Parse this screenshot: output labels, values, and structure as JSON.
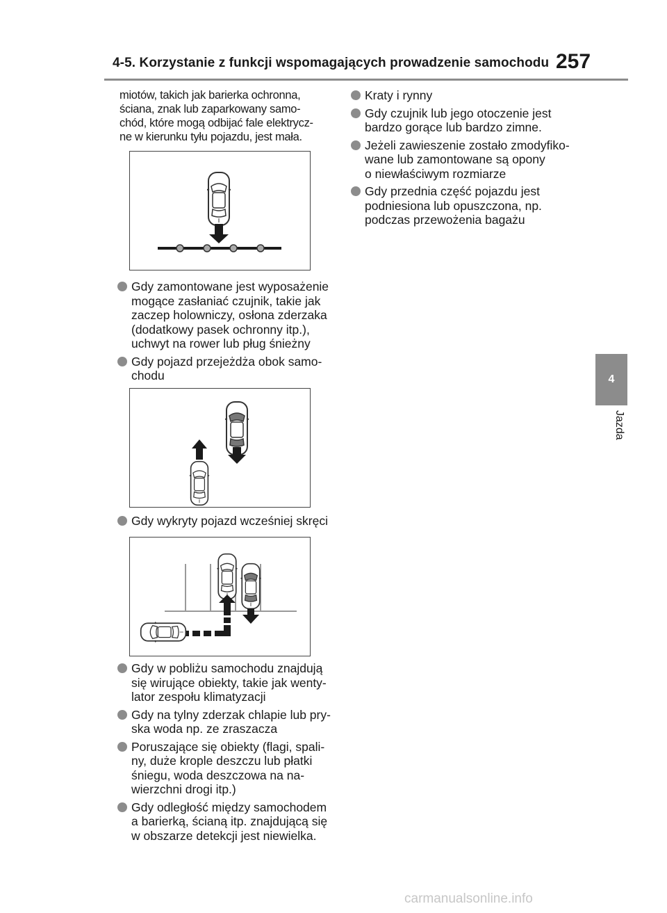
{
  "header": {
    "title": "4-5. Korzystanie z funkcji wspomagających prowadzenie samochodu",
    "page_number": "257"
  },
  "side_tab": {
    "number": "4",
    "label": "Jazda"
  },
  "left_column": {
    "intro_lines": [
      "miotów, takich jak barierka ochronna,",
      "ściana, znak lub zaparkowany samo-",
      "chód, które mogą odbijać fale elektrycz-",
      "ne w kierunku tyłu pojazdu, jest mała."
    ],
    "bullets_a": [
      {
        "lines": [
          "Gdy zamontowane jest wyposażenie",
          "mogące zasłaniać czujnik, takie jak",
          "zaczep holowniczy, osłona zderzaka",
          "(dodatkowy pasek ochronny itp.),",
          "uchwyt na rower lub pług śnieżny"
        ]
      },
      {
        "lines": [
          "Gdy pojazd przejeżdża obok samo-",
          "chodu"
        ]
      }
    ],
    "bullets_b": [
      {
        "lines": [
          "Gdy wykryty pojazd wcześniej skręci"
        ]
      }
    ],
    "bullets_c": [
      {
        "lines": [
          "Gdy w pobliżu samochodu znajdują",
          "się wirujące obiekty, takie jak wenty-",
          "lator zespołu klimatyzacji"
        ]
      },
      {
        "lines": [
          "Gdy na tylny zderzak chlapie lub pry-",
          "ska woda np. ze zraszacza"
        ]
      },
      {
        "lines": [
          "Poruszające się obiekty (flagi, spali-",
          "ny, duże krople deszczu lub płatki",
          "śniegu, woda deszczowa na na-",
          "wierzchni drogi itp.)"
        ]
      },
      {
        "lines": [
          "Gdy odległość między samochodem",
          "a barierką, ścianą itp. znajdującą się",
          "w obszarze detekcji jest niewielka."
        ]
      }
    ]
  },
  "right_column": {
    "bullets": [
      {
        "lines": [
          "Kraty i rynny"
        ]
      },
      {
        "lines": [
          "Gdy czujnik lub jego otoczenie jest",
          "bardzo gorące lub bardzo zimne."
        ]
      },
      {
        "lines": [
          "Jeżeli zawieszenie zostało zmodyfiko-",
          "wane lub zamontowane są opony",
          "o niewłaściwym rozmiarze"
        ]
      },
      {
        "lines": [
          "Gdy przednia część pojazdu jest",
          "podniesiona lub opuszczona, np.",
          "podczas przewożenia bagażu"
        ]
      }
    ]
  },
  "footer": {
    "watermark": "carmanualsonline.info"
  }
}
